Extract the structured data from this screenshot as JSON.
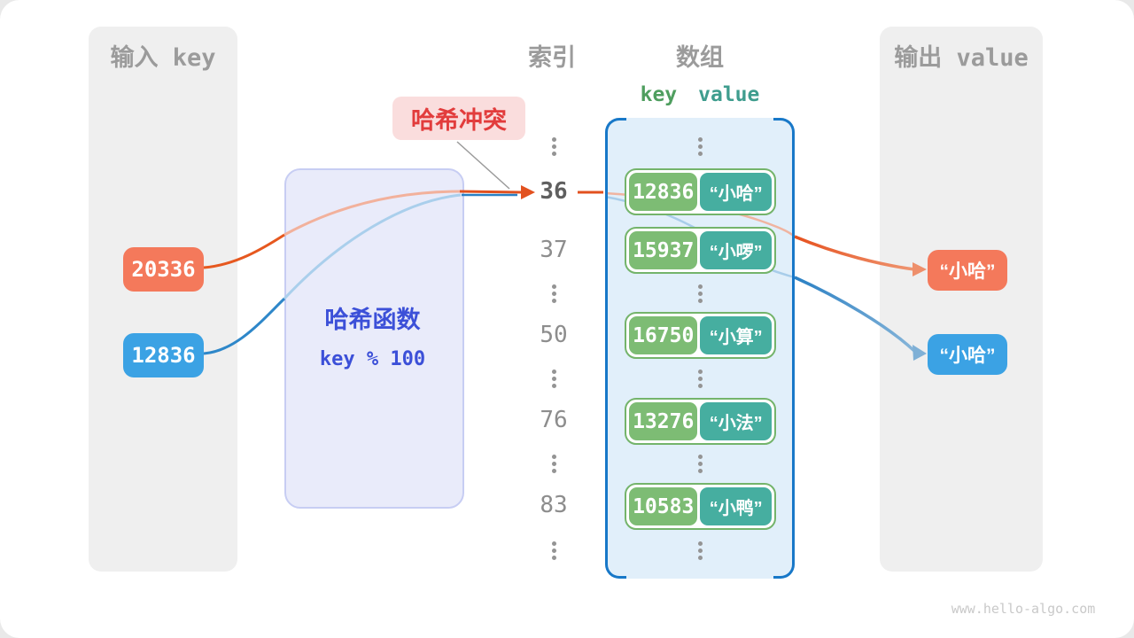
{
  "page": {
    "watermark": "www.hello-algo.com"
  },
  "input_panel": {
    "title": "输入 key",
    "keys": [
      {
        "value": "20336",
        "color": "#f4795b"
      },
      {
        "value": "12836",
        "color": "#3ba2e4"
      }
    ]
  },
  "hash_box": {
    "title": "哈希函数",
    "formula": "key % 100"
  },
  "collision_badge": {
    "label": "哈希冲突"
  },
  "index_column": {
    "title": "索引",
    "values": [
      "36",
      "37",
      "50",
      "76",
      "83"
    ],
    "highlighted_value": "36"
  },
  "array_column": {
    "title": "数组",
    "key_header": "key",
    "value_header": "value",
    "entries": [
      {
        "key": "12836",
        "value": "“小哈”"
      },
      {
        "key": "15937",
        "value": "“小啰”"
      },
      {
        "key": "16750",
        "value": "“小算”"
      },
      {
        "key": "13276",
        "value": "“小法”"
      },
      {
        "key": "10583",
        "value": "“小鸭”"
      }
    ]
  },
  "output_panel": {
    "title": "输出 value",
    "values": [
      {
        "text": "“小哈”",
        "color": "#f4795b"
      },
      {
        "text": "“小哈”",
        "color": "#3ba2e4"
      }
    ]
  },
  "colors": {
    "orange_accent": "#f4795b",
    "orange_stroke": "#e2511f",
    "blue_accent": "#3ba2e4",
    "blue_stroke": "#2e87c9",
    "hash_text": "#3c50d8",
    "collision_red": "#e23c3c",
    "array_border_blue": "#1878c8",
    "key_green": "#7dbc74",
    "value_teal": "#46aea0",
    "panel_gray": "#efefef"
  }
}
